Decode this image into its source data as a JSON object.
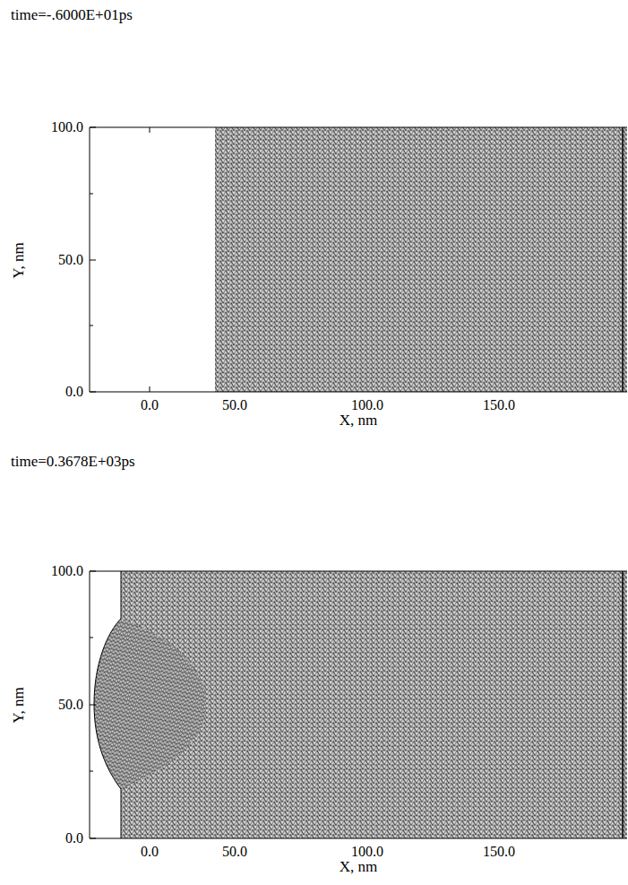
{
  "diagram": {
    "labels": [
      "time=-.6000E+01ps",
      "100.0",
      "50.0",
      "0.0",
      "0.0",
      "50.0",
      "100.0",
      "150.0",
      "X, nm",
      "Y, nm",
      "time=0.3678E+03ps",
      "100.0",
      "50.0",
      "0.0",
      "0.0",
      "50.0",
      "100.0",
      "150.0",
      "X, nm",
      "Y, nm"
    ]
  }
}
